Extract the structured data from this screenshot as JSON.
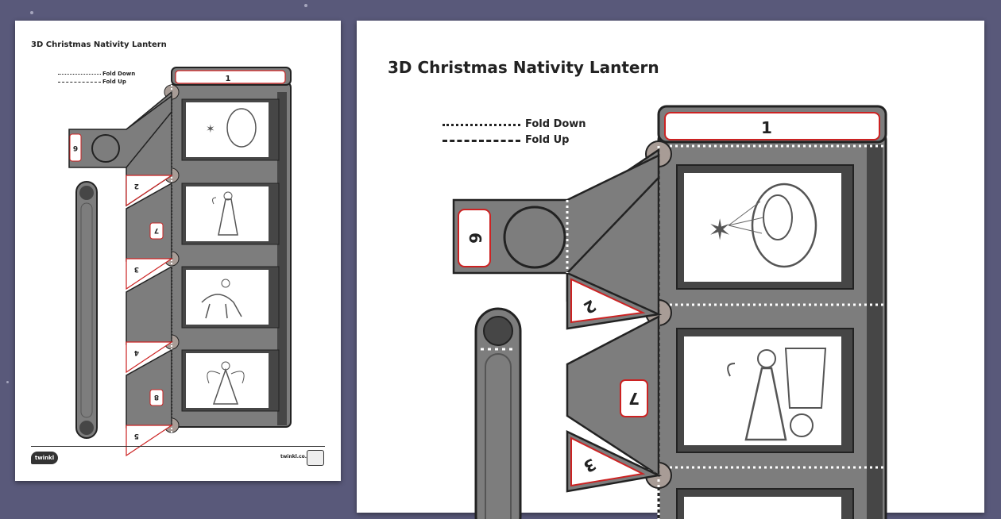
{
  "document": {
    "title": "3D Christmas Nativity Lantern",
    "legend": {
      "fold_down": "Fold Down",
      "fold_up": "Fold Up"
    }
  },
  "footer": {
    "logo_text": "twinkl",
    "site": "twinkl.co.uk"
  },
  "net": {
    "top_tab_number": "1",
    "tab_numbers": [
      "2",
      "3",
      "4",
      "5"
    ],
    "side_tab_numbers": [
      "7",
      "8"
    ],
    "circle_tab_number": "6",
    "scenes": [
      "star-and-manger-scene",
      "shepherd-scene",
      "donkey-and-joseph-scene",
      "angel-scene"
    ]
  },
  "colors": {
    "background": "#59597a",
    "panel": "#7d7d7d",
    "panel_dark": "#464646",
    "accent_red": "#cc2222",
    "hinge": "#a89c96"
  }
}
